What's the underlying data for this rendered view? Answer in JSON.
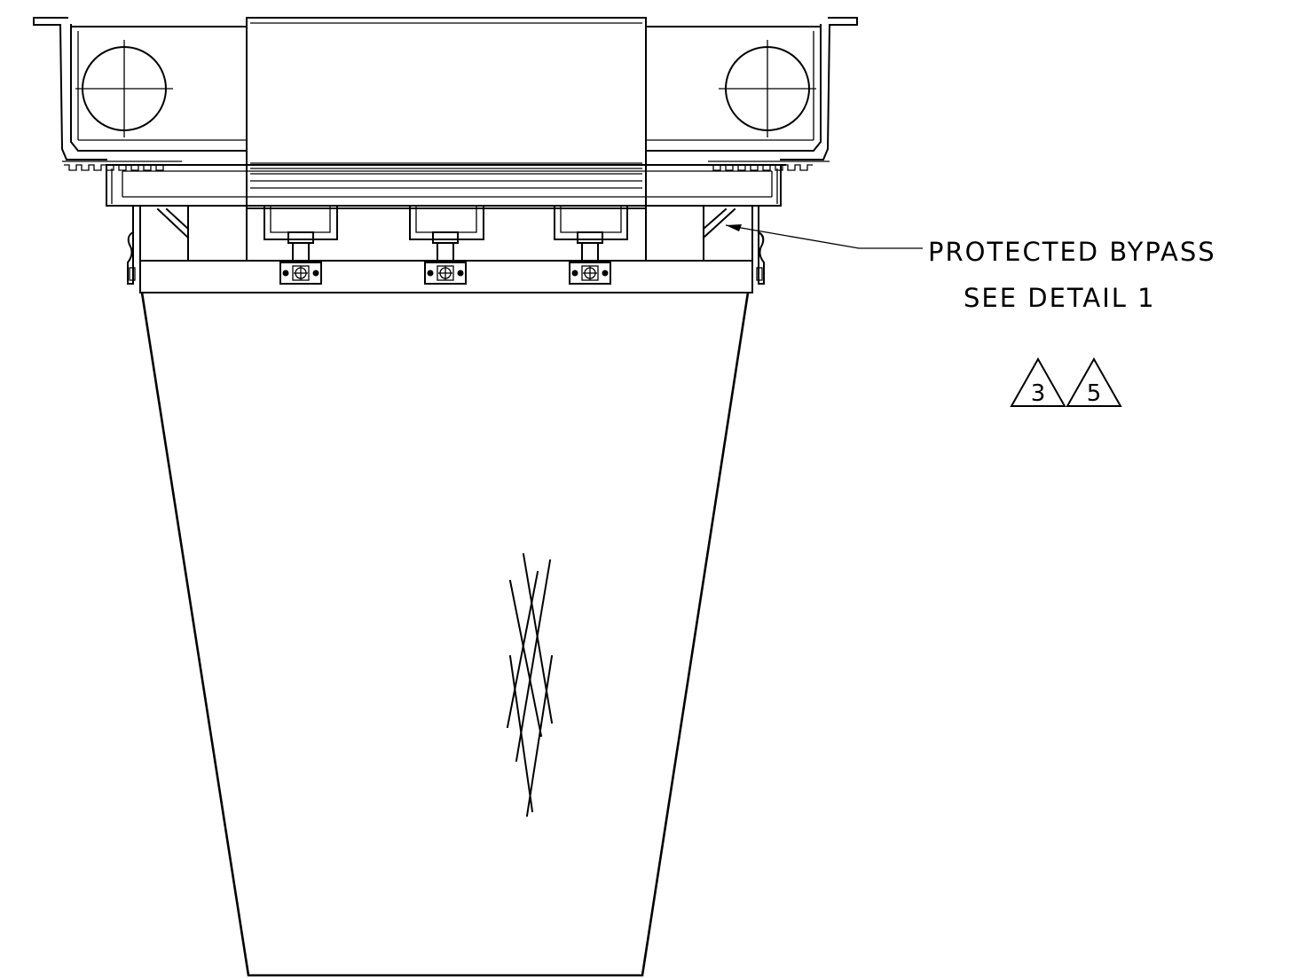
{
  "callout": {
    "line1": "PROTECTED BYPASS",
    "line2": "SEE DETAIL 1"
  },
  "revisions": [
    "3",
    "5"
  ],
  "colors": {
    "line": "#000000",
    "background": "#ffffff"
  }
}
